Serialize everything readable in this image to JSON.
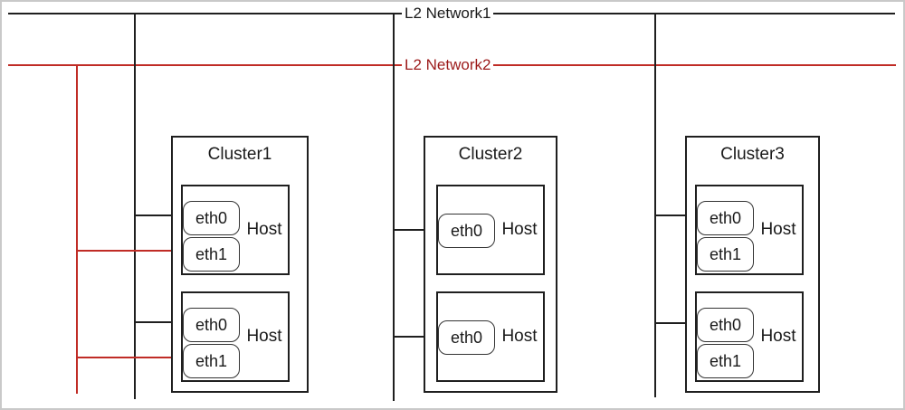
{
  "page": {
    "background": "#ffffff",
    "frame_border_color": "#c9c9c9"
  },
  "networks": [
    {
      "label": "L2 Network1",
      "line_color": "#1f1f1f",
      "text_color": "#1a1a1a"
    },
    {
      "label": "L2 Network2",
      "line_color": "#c02c26",
      "text_color": "#9c1a1a"
    }
  ],
  "clusters": [
    {
      "label": "Cluster1",
      "hosts": [
        {
          "label": "Host",
          "interfaces": [
            {
              "name": "eth0",
              "connected_to": "L2 Network1"
            },
            {
              "name": "eth1",
              "connected_to": "L2 Network2"
            }
          ]
        },
        {
          "label": "Host",
          "interfaces": [
            {
              "name": "eth0",
              "connected_to": "L2 Network1"
            },
            {
              "name": "eth1",
              "connected_to": "L2 Network2"
            }
          ]
        }
      ]
    },
    {
      "label": "Cluster2",
      "hosts": [
        {
          "label": "Host",
          "interfaces": [
            {
              "name": "eth0",
              "connected_to": "L2 Network1"
            }
          ]
        },
        {
          "label": "Host",
          "interfaces": [
            {
              "name": "eth0",
              "connected_to": "L2 Network1"
            }
          ]
        }
      ]
    },
    {
      "label": "Cluster3",
      "hosts": [
        {
          "label": "Host",
          "interfaces": [
            {
              "name": "eth0",
              "connected_to": "L2 Network1"
            },
            {
              "name": "eth1",
              "connected_to": null
            }
          ]
        },
        {
          "label": "Host",
          "interfaces": [
            {
              "name": "eth0",
              "connected_to": "L2 Network1"
            },
            {
              "name": "eth1",
              "connected_to": null
            }
          ]
        }
      ]
    }
  ]
}
